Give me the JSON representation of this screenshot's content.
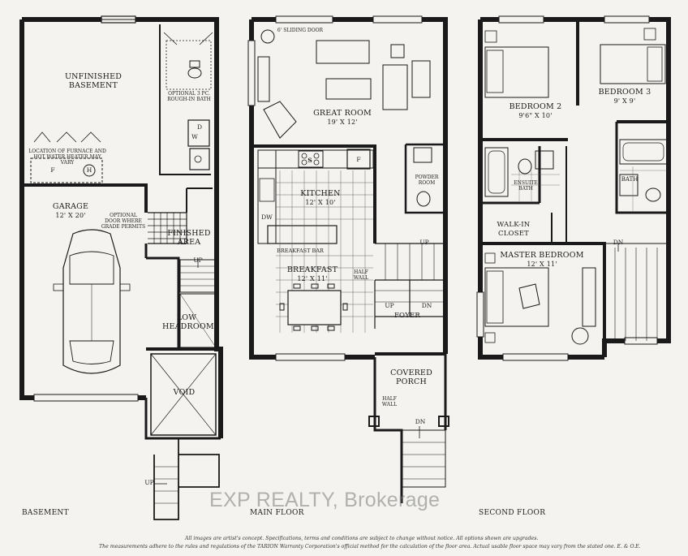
{
  "floors": {
    "basement": "BASEMENT",
    "main": "MAIN FLOOR",
    "second": "SECOND FLOOR"
  },
  "basement": {
    "unfinished_title": "UNFINISHED",
    "unfinished_title2": "BASEMENT",
    "optional_bath_1": "OPTIONAL 3 PC.",
    "optional_bath_2": "ROUGH-IN BATH",
    "furnace_1": "LOCATION OF FURNACE AND",
    "furnace_2": "HOT WATER HEATER MAY VARY",
    "furnace_f": "F",
    "heater_h": "H",
    "dryer_d": "D",
    "washer_w": "W",
    "garage": "GARAGE",
    "garage_dim": "12' X 20'",
    "opt_door_1": "OPTIONAL",
    "opt_door_2": "DOOR WHERE",
    "opt_door_3": "GRADE PERMITS",
    "finished_1": "FINISHED",
    "finished_2": "AREA",
    "up": "UP",
    "low_1": "LOW",
    "low_2": "HEADROOM",
    "void": "VOID",
    "up2": "UP"
  },
  "main": {
    "sliding_door": "6' SLIDING DOOR",
    "great_room": "GREAT ROOM",
    "great_room_dim": "19' X 12'",
    "kitchen": "KITCHEN",
    "kitchen_dim": "12' X 10'",
    "stove_s": "S",
    "fridge_f": "F",
    "dw": "DW",
    "breakfast_bar": "BREAKFAST BAR",
    "breakfast": "BREAKFAST",
    "breakfast_dim": "12' X 11'",
    "half_wall_1": "HALF",
    "half_wall_2": "WALL",
    "powder_1": "POWDER",
    "powder_2": "ROOM",
    "up": "UP",
    "up2": "UP",
    "dn": "DN",
    "foyer": "FOYER",
    "covered_1": "COVERED",
    "covered_2": "PORCH",
    "half_wall2_1": "HALF",
    "half_wall2_2": "WALL",
    "dn2": "DN"
  },
  "second": {
    "bedroom2": "BEDROOM 2",
    "bedroom2_dim": "9'6\" X 10'",
    "bedroom3": "BEDROOM 3",
    "bedroom3_dim": "9' X 9'",
    "ensuite_1": "ENSUITE",
    "ensuite_2": "BATH",
    "bath": "BATH",
    "walkin_1": "WALK-IN",
    "walkin_2": "CLOSET",
    "master": "MASTER BEDROOM",
    "master_dim": "12' X 11'",
    "dn": "DN"
  },
  "watermark": "EXP REALTY, Brokerage",
  "disclaimer_1": "All images are artist's concept. Specifications, terms and conditions are subject to change without notice. All options shown are upgrades.",
  "disclaimer_2": "The measurements adhere to the rules and regulations of the TARION Warranty Corporation's official method for the calculation of the floor area. Actual usable floor space may vary from the stated one. E. & O.E."
}
